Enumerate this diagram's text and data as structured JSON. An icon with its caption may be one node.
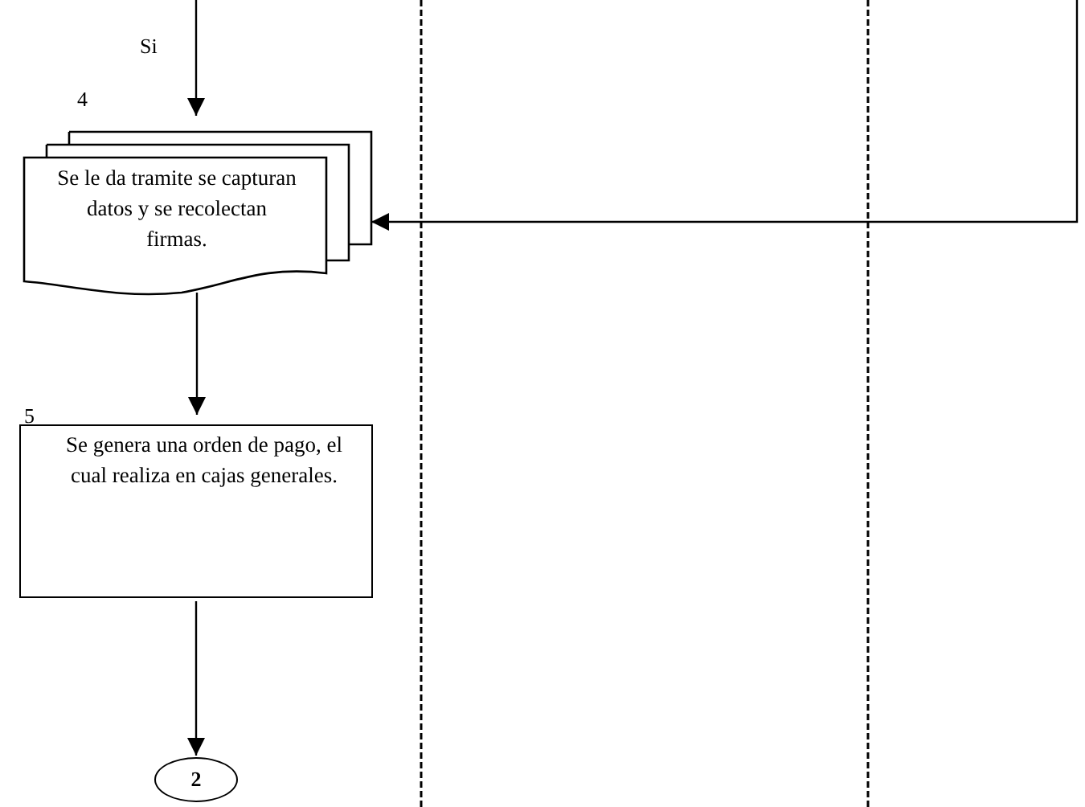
{
  "diagram": {
    "nodes": [
      {
        "text": [
          "4",
          "Se le da tramite se capturan datos y se recolectan firmas."
        ]
      },
      {
        "text": [
          "5",
          "Se genera una orden de pago, el cual realiza en cajas generales."
        ]
      },
      {
        "text": [
          "2"
        ]
      }
    ],
    "edges": [
      {
        "from": null,
        "to": 0,
        "arrow": "to",
        "label": "Si"
      },
      {
        "from": null,
        "to": 0,
        "arrow": "to"
      },
      {
        "from": 0,
        "to": 1,
        "arrow": "to"
      },
      {
        "from": 1,
        "to": 2,
        "arrow": "to"
      }
    ]
  }
}
